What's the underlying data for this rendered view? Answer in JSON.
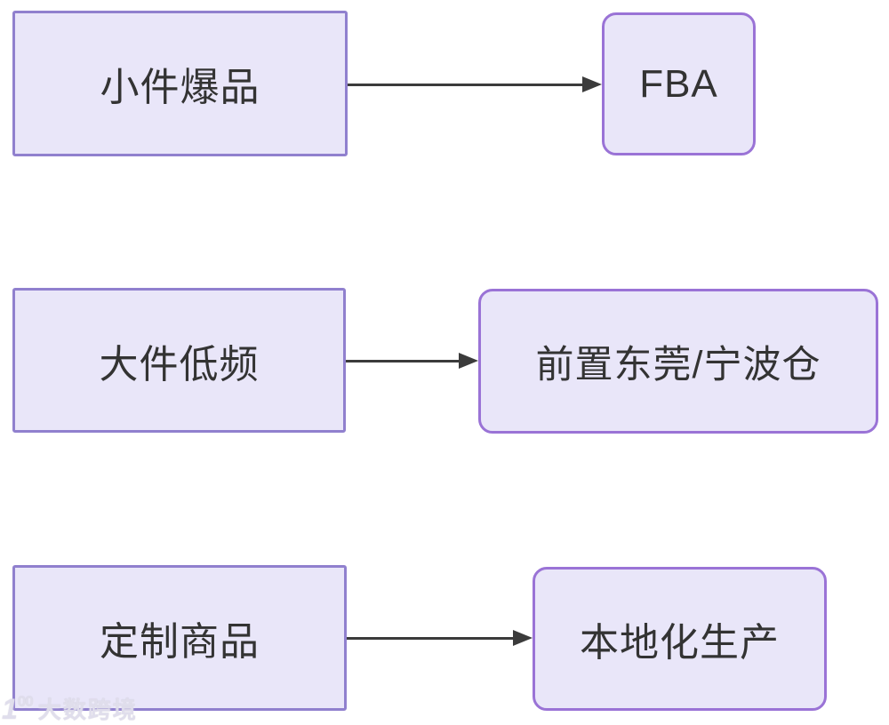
{
  "colors": {
    "canvas_bg": "#ffffff",
    "node_fill": "#e9e6f9",
    "rect_border": "#9080ce",
    "rounded_border": "#9a73d6",
    "text": "#333333",
    "arrow": "#3b3b3b"
  },
  "flows": [
    {
      "source": "小件爆品",
      "target": "FBA"
    },
    {
      "source": "大件低频",
      "target": "前置东莞/宁波仓"
    },
    {
      "source": "定制商品",
      "target": "本地化生产"
    }
  ],
  "watermark": {
    "logo_1": "1",
    "logo_00": "00",
    "text": "大数跨境"
  }
}
